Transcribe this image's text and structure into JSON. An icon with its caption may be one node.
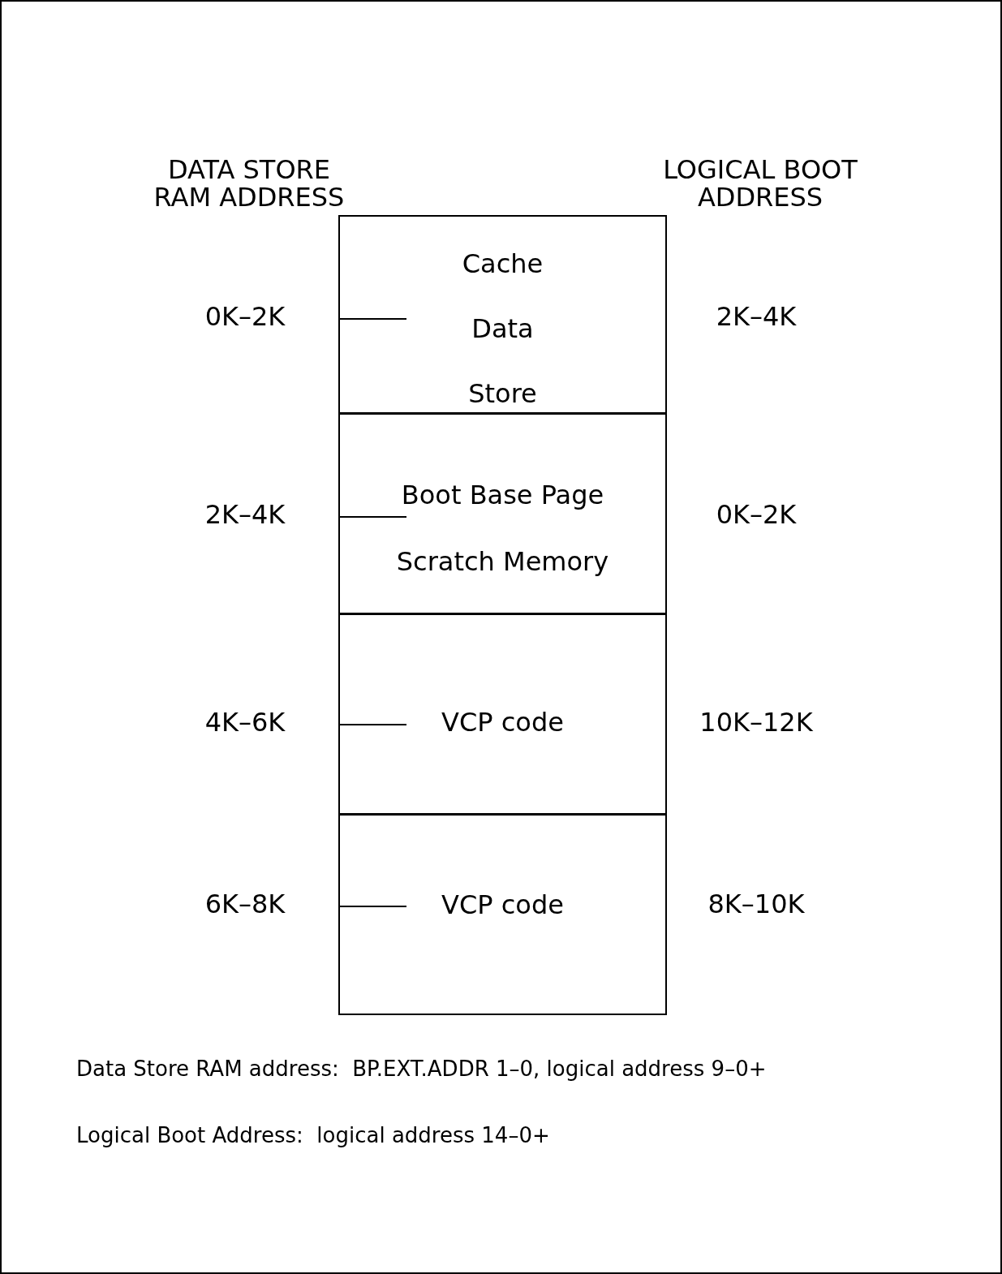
{
  "diagram": {
    "nodes": [
      {
        "text": [
          "Cache Data Store"
        ],
        "beside": [
          "0K–2K",
          "2K–4K"
        ]
      },
      {
        "text": [
          "Boot Base Page Scratch Memory"
        ],
        "beside": [
          "2K–4K",
          "0K–2K"
        ]
      },
      {
        "text": [
          "VCP code"
        ],
        "beside": [
          "4K–6K",
          "10K–12K"
        ]
      },
      {
        "text": [
          "VCP code"
        ],
        "beside": [
          "6K–8K",
          "8K–10K"
        ]
      }
    ],
    "edges": [],
    "labels": [
      "DATA STORE RAM ADDRESS",
      "LOGICAL BOOT ADDRESS",
      "Data Store RAM address:  BP.EXT.ADDR 1–0, logical address 9–0+",
      "Logical Boot Address:  logical address 14–0+"
    ]
  }
}
